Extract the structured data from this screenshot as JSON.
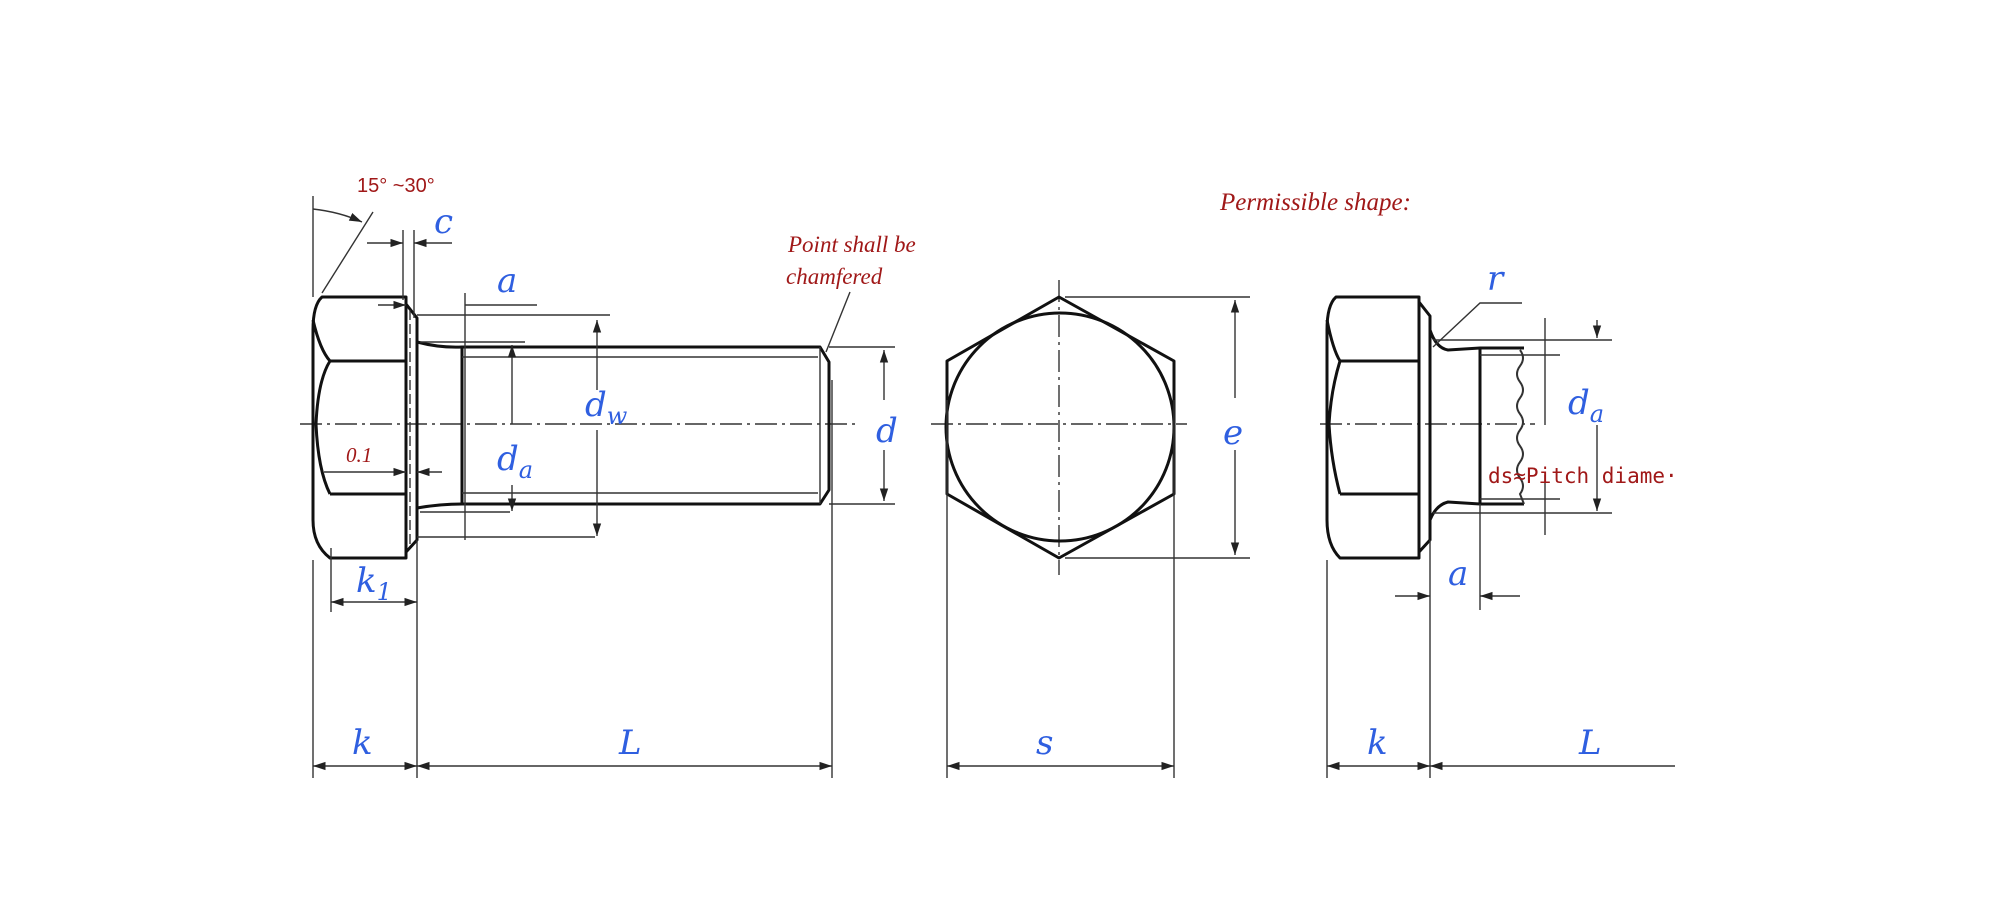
{
  "labels": {
    "angle": "15° ~30°",
    "c": "c",
    "a_left": "a",
    "dw_main": "d",
    "dw_sub": "w",
    "da_main": "d",
    "da_sub": "a",
    "tol": "0.1",
    "k1_main": "k",
    "k1_sub": "1",
    "k_left": "k",
    "L_left": "L",
    "d": "d",
    "point_note_1": "Point shall be",
    "point_note_2": "chamfered",
    "s": "s",
    "e": "e",
    "permissible": "Permissible shape:",
    "r": "r",
    "da2_main": "d",
    "da2_sub": "a",
    "ds_note": "ds≈Pitch diame·",
    "a_right": "a",
    "k_right": "k",
    "L_right": "L"
  }
}
